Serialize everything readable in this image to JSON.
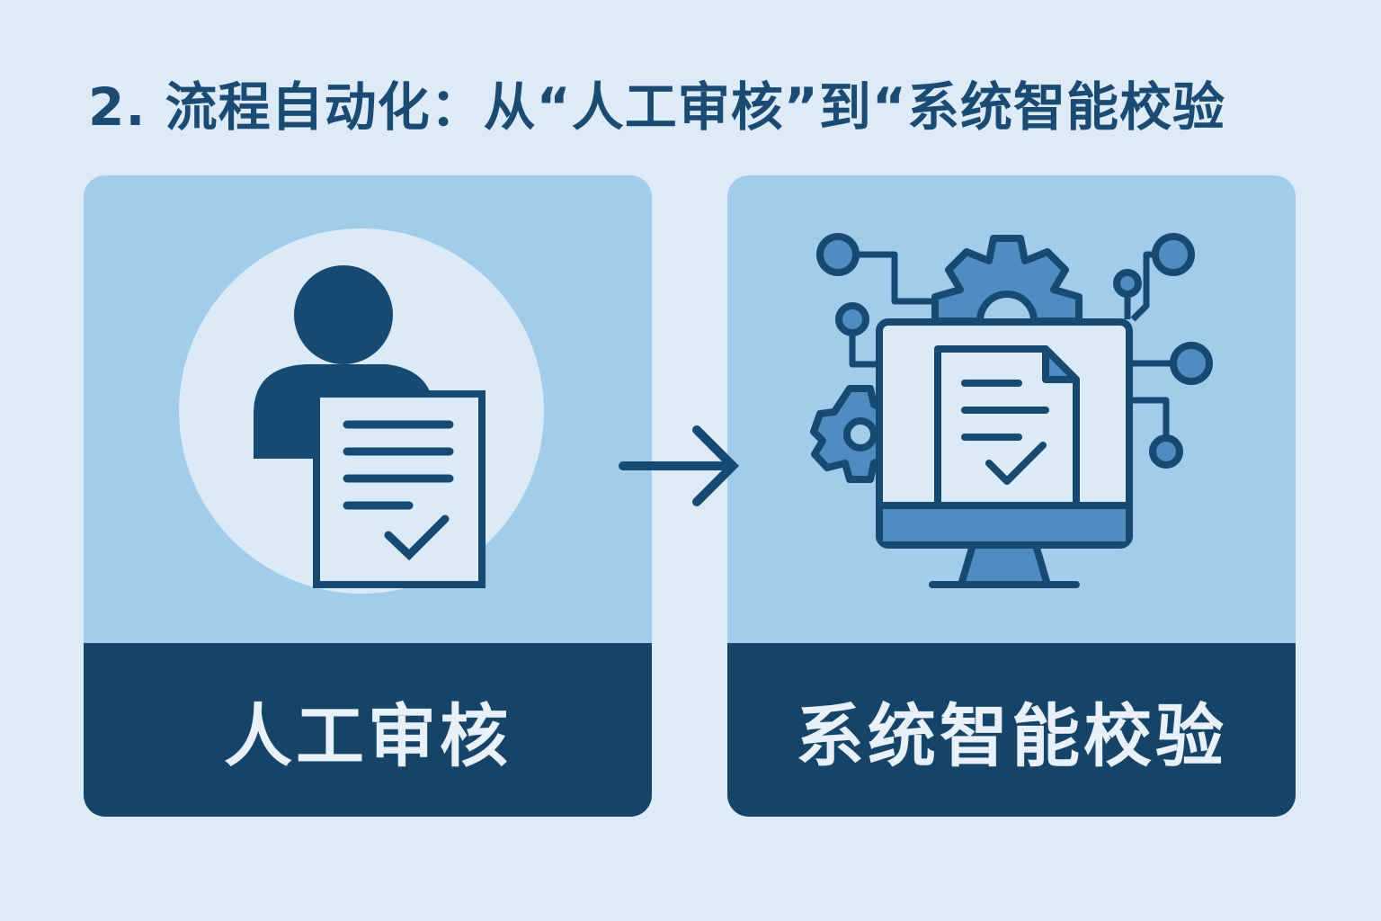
{
  "title": "2. 流程自动化：从“人工审核”到“系统智能校验",
  "cards": [
    {
      "label": "人工审核",
      "icon": "person-document-check-icon"
    },
    {
      "label": "系统智能校验",
      "icon": "monitor-gear-document-check-icon"
    }
  ],
  "arrow": "arrow-right-icon",
  "colors": {
    "background": "#dcebf7",
    "card": "#a3cbea",
    "band": "#164469",
    "icon": "#1a4a70",
    "accent": "#4f8cc0"
  }
}
